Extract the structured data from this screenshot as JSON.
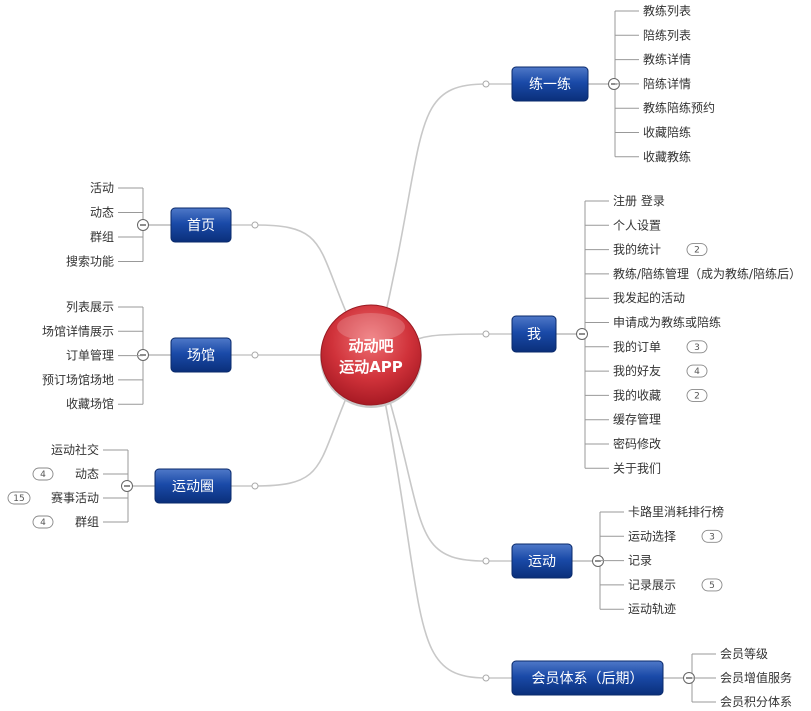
{
  "colors": {
    "branch_node": "#0d3a8c",
    "root": "#c8242f",
    "connector": "#c8c8c8",
    "leaf_line": "#999999"
  },
  "root": {
    "line1": "动动吧",
    "line2": "运动APP"
  },
  "branches": [
    {
      "id": "lianyilian",
      "label": "练一练",
      "leaves": [
        {
          "label": "教练列表"
        },
        {
          "label": "陪练列表"
        },
        {
          "label": "教练详情"
        },
        {
          "label": "陪练详情"
        },
        {
          "label": "教练陪练预约"
        },
        {
          "label": "收藏陪练"
        },
        {
          "label": "收藏教练"
        }
      ]
    },
    {
      "id": "wo",
      "label": "我",
      "leaves": [
        {
          "label": "注册 登录"
        },
        {
          "label": "个人设置"
        },
        {
          "label": "我的统计",
          "badge": "2"
        },
        {
          "label": "教练/陪练管理（成为教练/陪练后）"
        },
        {
          "label": "我发起的活动"
        },
        {
          "label": "申请成为教练或陪练"
        },
        {
          "label": "我的订单",
          "badge": "3"
        },
        {
          "label": "我的好友",
          "badge": "4"
        },
        {
          "label": "我的收藏",
          "badge": "2"
        },
        {
          "label": "缓存管理"
        },
        {
          "label": "密码修改"
        },
        {
          "label": "关于我们"
        }
      ]
    },
    {
      "id": "yundong",
      "label": "运动",
      "leaves": [
        {
          "label": "卡路里消耗排行榜"
        },
        {
          "label": "运动选择",
          "badge": "3"
        },
        {
          "label": "记录"
        },
        {
          "label": "记录展示",
          "badge": "5"
        },
        {
          "label": "运动轨迹"
        }
      ]
    },
    {
      "id": "huiyuan",
      "label": "会员体系（后期）",
      "leaves": [
        {
          "label": "会员等级"
        },
        {
          "label": "会员增值服务"
        },
        {
          "label": "会员积分体系"
        }
      ]
    },
    {
      "id": "shouye",
      "label": "首页",
      "leaves": [
        {
          "label": "活动"
        },
        {
          "label": "动态"
        },
        {
          "label": "群组"
        },
        {
          "label": "搜索功能"
        }
      ]
    },
    {
      "id": "changguan",
      "label": "场馆",
      "leaves": [
        {
          "label": "列表展示"
        },
        {
          "label": "场馆详情展示"
        },
        {
          "label": "订单管理"
        },
        {
          "label": "预订场馆场地"
        },
        {
          "label": "收藏场馆"
        }
      ]
    },
    {
      "id": "yundongquan",
      "label": "运动圈",
      "leaves": [
        {
          "label": "运动社交"
        },
        {
          "label": "动态",
          "badge": "4"
        },
        {
          "label": "赛事活动",
          "badge": "15"
        },
        {
          "label": "群组",
          "badge": "4"
        }
      ]
    }
  ]
}
